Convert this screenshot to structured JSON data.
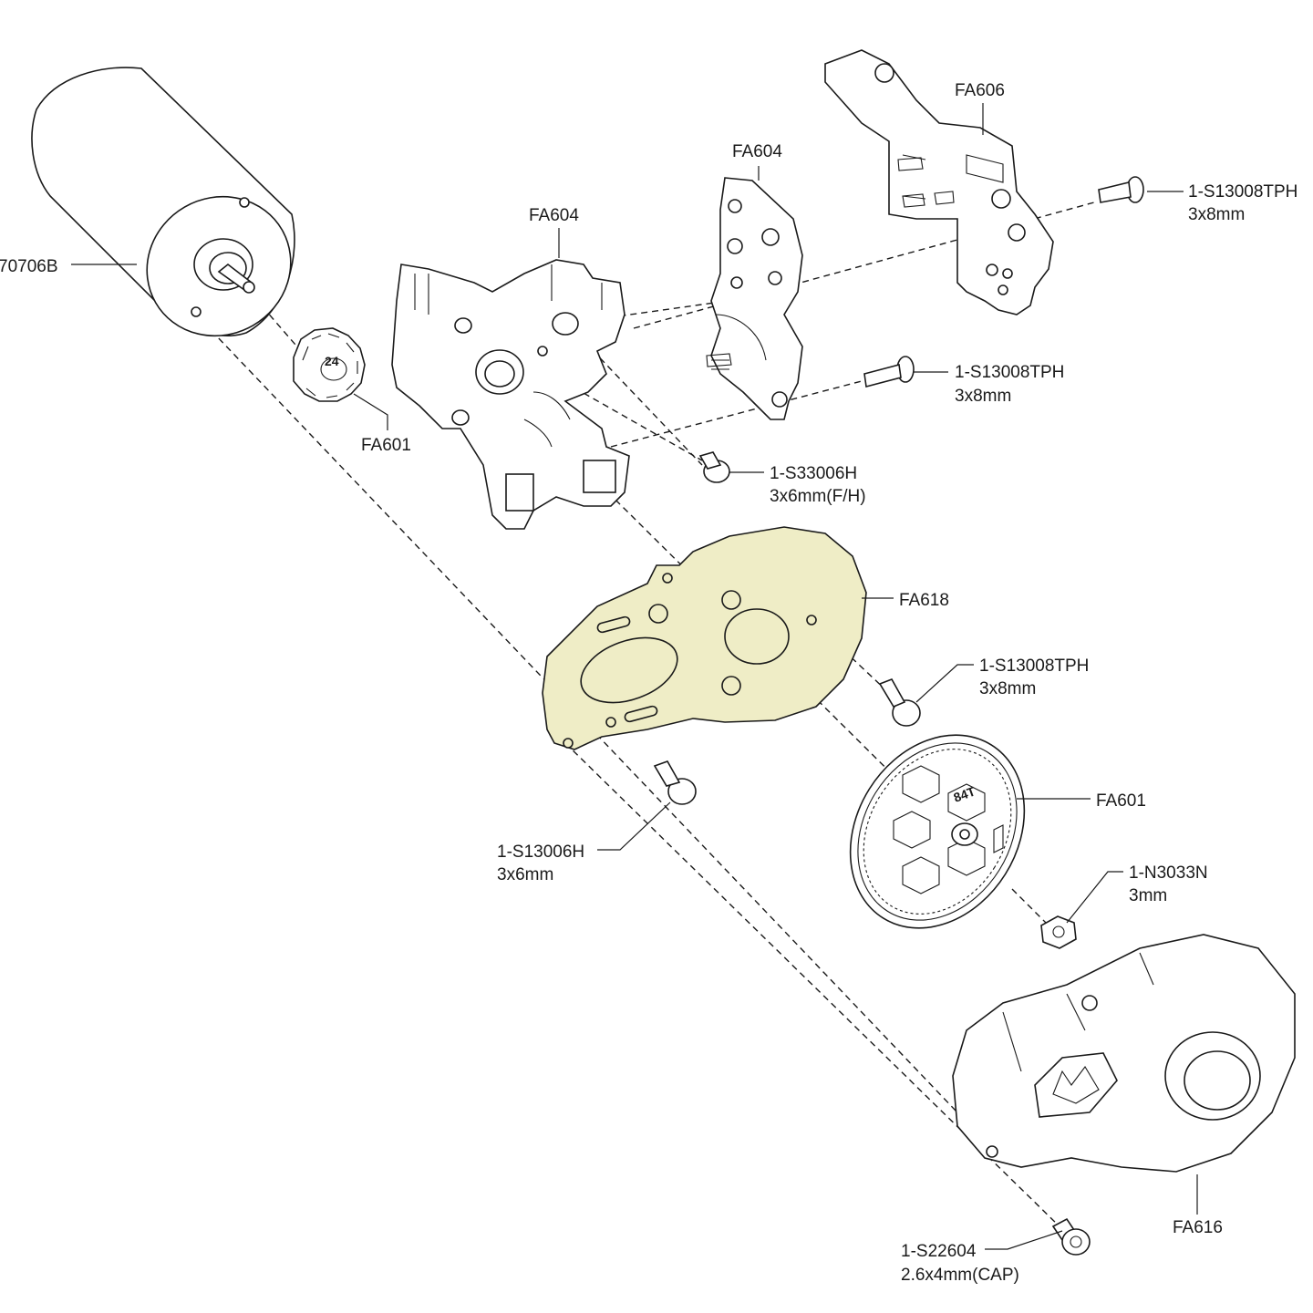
{
  "labels": {
    "motor": "70706B",
    "pinion": "FA601",
    "pinion_teeth": "24",
    "gearbox_left": "FA604",
    "gearbox_right": "FA604",
    "mount": "FA606",
    "screw_top_code": "1-S13008TPH",
    "screw_top_size": "3x8mm",
    "screw_mid_code": "1-S13008TPH",
    "screw_mid_size": "3x8mm",
    "screw_fh_code": "1-S33006H",
    "screw_fh_size": "3x6mm(F/H)",
    "motor_plate": "FA618",
    "screw_plate_code": "1-S13008TPH",
    "screw_plate_size": "3x8mm",
    "screw_bottom_code": "1-S13006H",
    "screw_bottom_size": "3x6mm",
    "spur": "FA601",
    "spur_teeth": "84T",
    "nut_code": "1-N3033N",
    "nut_size": "3mm",
    "cover": "FA616",
    "cap_screw_code": "1-S22604",
    "cap_screw_size": "2.6x4mm(CAP)"
  },
  "colors": {
    "motor_plate_fill": "#efedc6",
    "line": "#1a1a1a"
  }
}
